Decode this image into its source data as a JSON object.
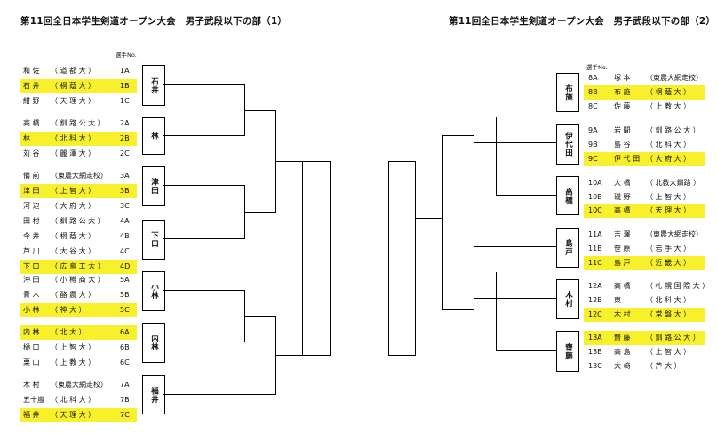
{
  "titles": {
    "left": "第11回全日本学生剣道オープン大会　男子武段以下の部（1）",
    "right": "第11回全日本学生剣道オープン大会　男子武段以下の部（2）"
  },
  "player_no_header": "選手No.",
  "highlight_color": "#f7f02a",
  "left_players": [
    {
      "name": "和 佐",
      "school": "（ 道 都 大 ）",
      "no": "1A",
      "highlight": false
    },
    {
      "name": "石 井",
      "school": "（ 桐 蔭 大 ）",
      "no": "1B",
      "highlight": true
    },
    {
      "name": "紺 野",
      "school": "（ 天 理 大 ）",
      "no": "1C",
      "highlight": false
    },
    {
      "name": "高 橋",
      "school": "（ 釧 路 公 大 ）",
      "no": "2A",
      "highlight": false
    },
    {
      "name": "林",
      "school": "（ 北 科 大 ）",
      "no": "2B",
      "highlight": true
    },
    {
      "name": "苅 谷",
      "school": "（ 麗 澤 大 ）",
      "no": "2C",
      "highlight": false
    },
    {
      "name": "備 前",
      "school": "（東農大網走校）",
      "no": "3A",
      "highlight": false
    },
    {
      "name": "津 田",
      "school": "（ 上 智 大 ）",
      "no": "3B",
      "highlight": true
    },
    {
      "name": "河 辺",
      "school": "（ 大 府 大 ）",
      "no": "3C",
      "highlight": false
    },
    {
      "name": "田 村",
      "school": "（ 釧 路 公 大 ）",
      "no": "4A",
      "highlight": false
    },
    {
      "name": "今 井",
      "school": "（ 桐 蔭 大 ）",
      "no": "4B",
      "highlight": false
    },
    {
      "name": "芦 川",
      "school": "（ 大 谷 大 ）",
      "no": "4C",
      "highlight": false
    },
    {
      "name": "下 口",
      "school": "（ 広 島 工 大 ）",
      "no": "4D",
      "highlight": true
    },
    {
      "name": "沖 田",
      "school": "（ 小 樽 商 大 ）",
      "no": "5A",
      "highlight": false
    },
    {
      "name": "青 木",
      "school": "（ 酪 農 大 ）",
      "no": "5B",
      "highlight": false
    },
    {
      "name": "小 林",
      "school": "（ 神 大 ）",
      "no": "5C",
      "highlight": true
    },
    {
      "name": "内 林",
      "school": "（ 北 大 ）",
      "no": "6A",
      "highlight": true
    },
    {
      "name": "樋 口",
      "school": "（ 上 智 大 ）",
      "no": "6B",
      "highlight": false
    },
    {
      "name": "栗 山",
      "school": "（ 上 教 大 ）",
      "no": "6C",
      "highlight": false
    },
    {
      "name": "木 村",
      "school": "（東農大網走校）",
      "no": "7A",
      "highlight": false
    },
    {
      "name": "五十嵐",
      "school": "（ 北 科 大 ）",
      "no": "7B",
      "highlight": false
    },
    {
      "name": "福 井",
      "school": "（ 天 理 大 ）",
      "no": "7C",
      "highlight": true
    }
  ],
  "right_players": [
    {
      "no": "8A",
      "name": "塚 本",
      "school": "（東農大網走校）",
      "highlight": false
    },
    {
      "no": "8B",
      "name": "布 施",
      "school": "（ 桐 蔭 大 ）",
      "highlight": true
    },
    {
      "no": "8C",
      "name": "佐 藤",
      "school": "（ 上 教 大 ）",
      "highlight": false
    },
    {
      "no": "9A",
      "name": "岩 間",
      "school": "（ 釧 路 公 大 ）",
      "highlight": false
    },
    {
      "no": "9B",
      "name": "島 谷",
      "school": "（ 北 科 大 ）",
      "highlight": false
    },
    {
      "no": "9C",
      "name": "伊 代 田",
      "school": "（ 大 府 大 ）",
      "highlight": true
    },
    {
      "no": "10A",
      "name": "大 橋",
      "school": "（ 北教大釧路 ）",
      "highlight": false
    },
    {
      "no": "10B",
      "name": "磯 野",
      "school": "（ 上 智 大 ）",
      "highlight": false
    },
    {
      "no": "10C",
      "name": "高 橋",
      "school": "（ 天 理 大 ）",
      "highlight": true
    },
    {
      "no": "11A",
      "name": "吉 澤",
      "school": "（東農大網走校）",
      "highlight": false
    },
    {
      "no": "11B",
      "name": "笹 原",
      "school": "（ 岩 手 大 ）",
      "highlight": false
    },
    {
      "no": "11C",
      "name": "島 戸",
      "school": "（ 近 畿 大 ）",
      "highlight": true
    },
    {
      "no": "12A",
      "name": "高 橋",
      "school": "（ 札 幌 国 際 大 ）",
      "highlight": false
    },
    {
      "no": "12B",
      "name": "東",
      "school": "（ 北 科 大 ）",
      "highlight": false
    },
    {
      "no": "12C",
      "name": "木 村",
      "school": "（ 常 磐 大 ）",
      "highlight": true
    },
    {
      "no": "13A",
      "name": "齋 藤",
      "school": "（ 釧 路 公 大 ）",
      "highlight": true
    },
    {
      "no": "13B",
      "name": "高 島",
      "school": "（ 上 智 大 ）",
      "highlight": false
    },
    {
      "no": "13C",
      "name": "大 﨑",
      "school": "（ 芦 大 ）",
      "highlight": false
    }
  ],
  "left_boxes": [
    "石井",
    "林",
    "津田",
    "下口",
    "小林",
    "内林",
    "福井"
  ],
  "right_boxes": [
    "布施",
    "伊代田",
    "高橋",
    "島戸",
    "木村",
    "齋藤"
  ]
}
